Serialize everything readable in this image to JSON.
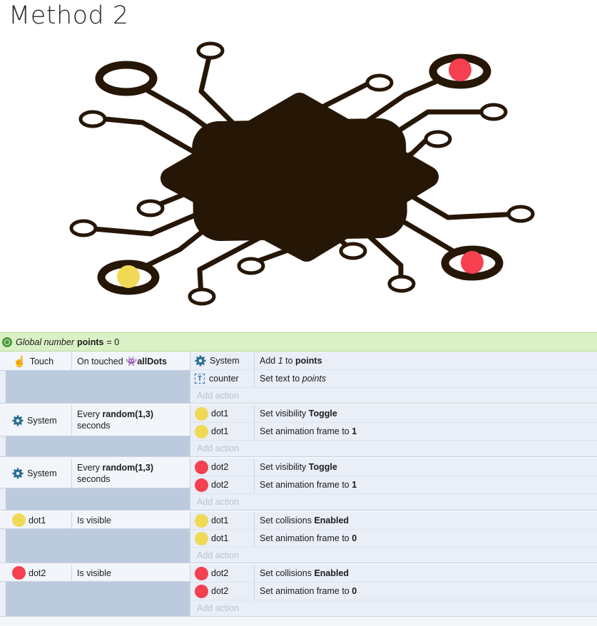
{
  "title": "Method 2",
  "global_var": {
    "prefix": "Global number",
    "name": "points",
    "value": "= 0"
  },
  "events": [
    {
      "condition": {
        "object": "Touch",
        "text": "On touched",
        "target": "allDots"
      },
      "actions": [
        {
          "object": "System",
          "pre": "Add ",
          "em": "1",
          "mid": " to ",
          "strong": "points"
        },
        {
          "object": "counter",
          "pre": "Set text to ",
          "em": "points"
        }
      ],
      "add_action": "Add action"
    },
    {
      "condition": {
        "object": "System",
        "pre": "Every ",
        "strong": "random(1,3)",
        "post": "seconds"
      },
      "actions": [
        {
          "object": "dot1",
          "pre": "Set visibility ",
          "strong": "Toggle"
        },
        {
          "object": "dot1",
          "pre": "Set animation frame to ",
          "strong": "1"
        }
      ],
      "add_action": "Add action"
    },
    {
      "condition": {
        "object": "System",
        "pre": "Every ",
        "strong": "random(1,3)",
        "post": "seconds"
      },
      "actions": [
        {
          "object": "dot2",
          "pre": "Set visibility ",
          "strong": "Toggle"
        },
        {
          "object": "dot2",
          "pre": "Set animation frame to ",
          "strong": "1"
        }
      ],
      "add_action": "Add action"
    },
    {
      "condition": {
        "object": "dot1",
        "text": "Is visible"
      },
      "actions": [
        {
          "object": "dot1",
          "pre": "Set collisions ",
          "strong": "Enabled"
        },
        {
          "object": "dot1",
          "pre": "Set animation frame to ",
          "strong": "0"
        }
      ],
      "add_action": "Add action"
    },
    {
      "condition": {
        "object": "dot2",
        "text": "Is visible"
      },
      "actions": [
        {
          "object": "dot2",
          "pre": "Set collisions ",
          "strong": "Enabled"
        },
        {
          "object": "dot2",
          "pre": "Set animation frame to ",
          "strong": "0"
        }
      ],
      "add_action": "Add action"
    }
  ],
  "colors": {
    "chip": "#261605",
    "dot_yellow": "#f0d955",
    "dot_red": "#f5404f",
    "global_bar": "#daf1c5"
  },
  "icons": [
    "touch-icon",
    "gear-icon",
    "text-icon",
    "globe-icon",
    "sprite-family-icon",
    "arrow-icon"
  ]
}
